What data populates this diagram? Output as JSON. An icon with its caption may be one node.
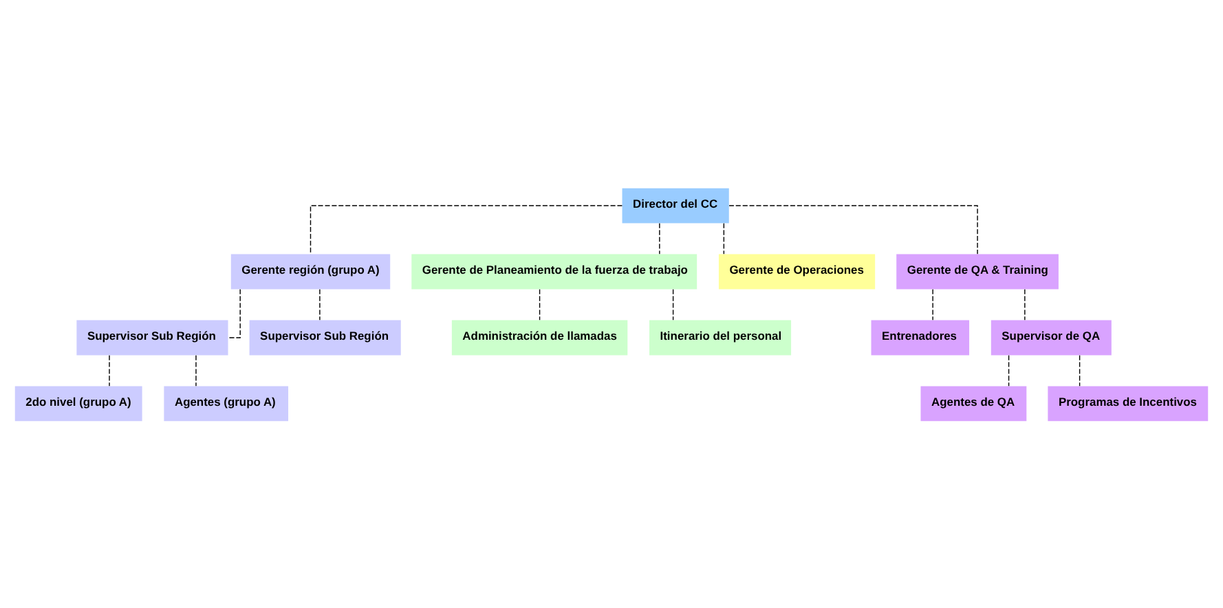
{
  "diagram": {
    "nodes": [
      {
        "text": [
          "Director del CC"
        ]
      },
      {
        "text": [
          "Gerente región (grupo A)"
        ]
      },
      {
        "text": [
          "Gerente de Planeamiento de la fuerza de trabajo"
        ]
      },
      {
        "text": [
          "Gerente de Operaciones"
        ]
      },
      {
        "text": [
          "Gerente de QA & Training"
        ]
      },
      {
        "text": [
          "Supervisor Sub Región"
        ]
      },
      {
        "text": [
          "Supervisor Sub Región"
        ]
      },
      {
        "text": [
          "2do nivel (grupo A)"
        ]
      },
      {
        "text": [
          "Agentes (grupo A)"
        ]
      },
      {
        "text": [
          "Administración de llamadas"
        ]
      },
      {
        "text": [
          "Itinerario del personal"
        ]
      },
      {
        "text": [
          "Entrenadores"
        ]
      },
      {
        "text": [
          "Supervisor de QA"
        ]
      },
      {
        "text": [
          "Agentes de QA"
        ]
      },
      {
        "text": [
          "Programas de Incentivos"
        ]
      }
    ],
    "edges": [
      {
        "from": 0,
        "to": 1,
        "arrow": "none",
        "style": "dashed"
      },
      {
        "from": 0,
        "to": 2,
        "arrow": "none",
        "style": "dashed"
      },
      {
        "from": 0,
        "to": 3,
        "arrow": "none",
        "style": "dashed"
      },
      {
        "from": 0,
        "to": 4,
        "arrow": "none",
        "style": "dashed"
      },
      {
        "from": 1,
        "to": 5,
        "arrow": "none",
        "style": "dashed"
      },
      {
        "from": 1,
        "to": 6,
        "arrow": "none",
        "style": "dashed"
      },
      {
        "from": 5,
        "to": 7,
        "arrow": "none",
        "style": "dashed"
      },
      {
        "from": 5,
        "to": 8,
        "arrow": "none",
        "style": "dashed"
      },
      {
        "from": 2,
        "to": 9,
        "arrow": "none",
        "style": "dashed"
      },
      {
        "from": 2,
        "to": 10,
        "arrow": "none",
        "style": "dashed"
      },
      {
        "from": 4,
        "to": 11,
        "arrow": "none",
        "style": "dashed"
      },
      {
        "from": 4,
        "to": 12,
        "arrow": "none",
        "style": "dashed"
      },
      {
        "from": 12,
        "to": 13,
        "arrow": "none",
        "style": "dashed"
      },
      {
        "from": 12,
        "to": 14,
        "arrow": "none",
        "style": "dashed"
      }
    ]
  }
}
